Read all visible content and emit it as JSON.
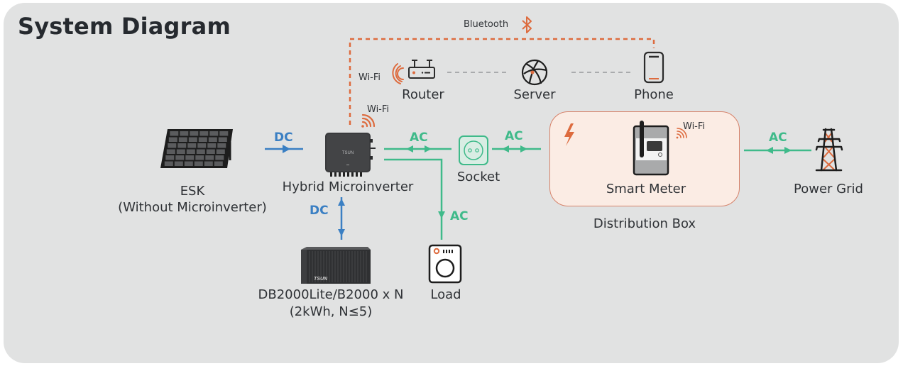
{
  "title": "System Diagram",
  "colors": {
    "background": "#e1e2e2",
    "dc": "#3a7fc3",
    "ac": "#3fba8a",
    "accent": "#dd6b3e",
    "distribution_box_fill": "#fbece4",
    "distribution_box_border": "#d6826a",
    "text": "#2f3236"
  },
  "communication": {
    "bluetooth_label": "Bluetooth",
    "wifi_router_label": "Wi-Fi",
    "wifi_inverter_label": "Wi-Fi",
    "wifi_meter_label": "Wi-Fi"
  },
  "nodes": {
    "router": {
      "label": "Router",
      "icon": "router-icon"
    },
    "server": {
      "label": "Server",
      "icon": "globe-icon"
    },
    "phone": {
      "label": "Phone",
      "icon": "phone-icon"
    },
    "esk": {
      "label_line1": "ESK",
      "label_line2": "(Without Microinverter)",
      "icon": "solar-panel-icon"
    },
    "inverter": {
      "label": "Hybrid Microinverter",
      "icon": "inverter-icon",
      "brand": "TSUN"
    },
    "battery": {
      "label_line1": "DB2000Lite/B2000 x N",
      "label_line2": "(2kWh, N≤5)",
      "icon": "battery-icon",
      "brand": "TSUN"
    },
    "socket": {
      "label": "Socket",
      "icon": "socket-icon"
    },
    "load": {
      "label": "Load",
      "icon": "washing-machine-icon"
    },
    "smart_meter": {
      "label": "Smart Meter",
      "icon": "smart-meter-icon"
    },
    "distribution_box": {
      "label": "Distribution Box",
      "icon": "lightning-icon"
    },
    "grid": {
      "label": "Power Grid",
      "icon": "transmission-tower-icon"
    }
  },
  "flows": {
    "esk_to_inverter": "DC",
    "inverter_battery": "DC",
    "inverter_socket": "AC",
    "socket_meter": "AC",
    "inverter_load": "AC",
    "box_grid": "AC"
  }
}
